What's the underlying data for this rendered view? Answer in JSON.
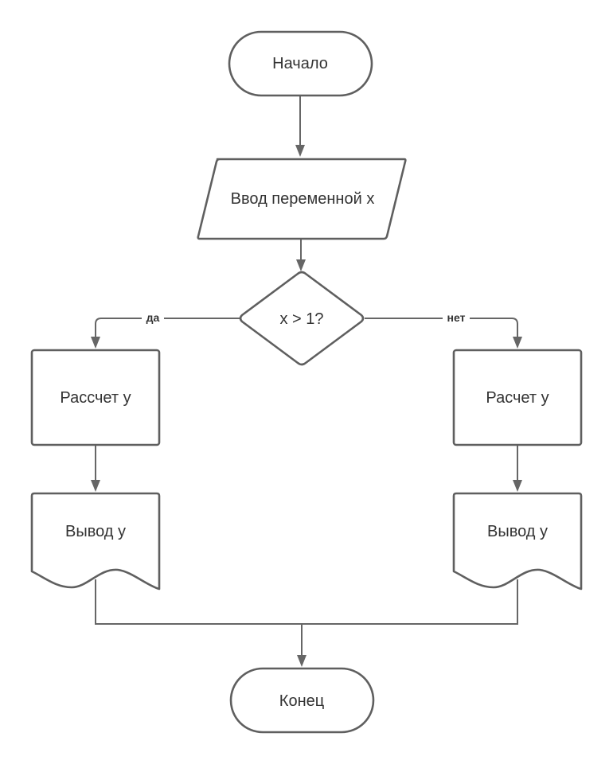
{
  "diagram": {
    "nodes": {
      "start": {
        "label": "Начало",
        "shape": "terminator"
      },
      "input": {
        "label": "Ввод переменной x",
        "shape": "input-output"
      },
      "decision": {
        "label": "x > 1?",
        "shape": "decision"
      },
      "calc_yes": {
        "label": "Рассчет y",
        "shape": "process"
      },
      "calc_no": {
        "label": "Расчет y",
        "shape": "process"
      },
      "output_yes": {
        "label": "Вывод y",
        "shape": "document"
      },
      "output_no": {
        "label": "Вывод y",
        "shape": "document"
      },
      "end": {
        "label": "Конец",
        "shape": "terminator"
      }
    },
    "edges": {
      "yes_label": "да",
      "no_label": "нет"
    },
    "colors": {
      "stroke": "#5f5f5f",
      "fill": "#ffffff",
      "text": "#333333",
      "connector": "#666666"
    }
  }
}
